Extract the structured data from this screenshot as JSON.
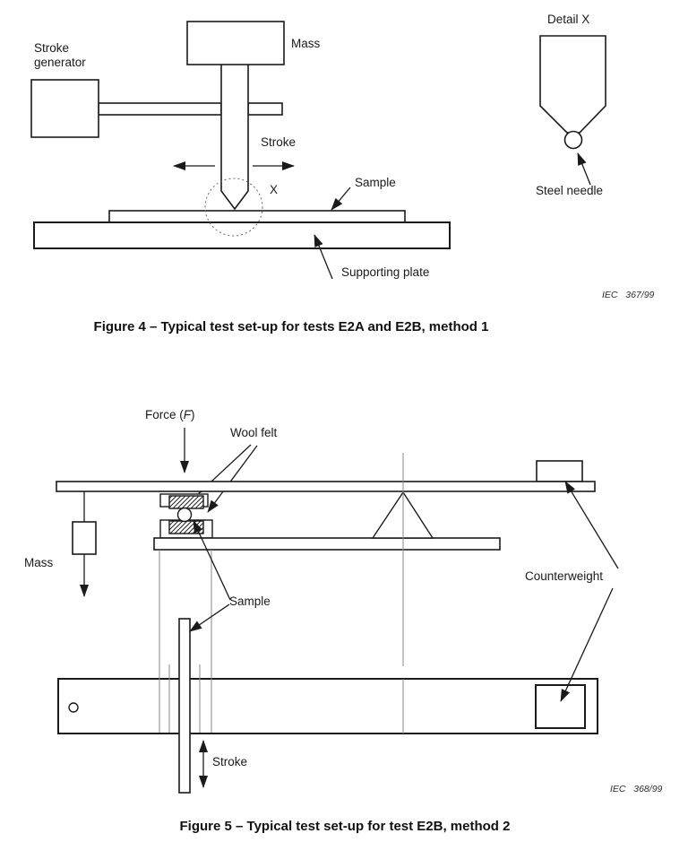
{
  "colors": {
    "ink": "#1a1a1a",
    "paper": "#ffffff",
    "guide_line": "#8a8a8a"
  },
  "figure4": {
    "labels": {
      "stroke_generator": "Stroke\ngenerator",
      "mass": "Mass",
      "stroke": "Stroke",
      "detail_marker": "X",
      "sample": "Sample",
      "supporting_plate": "Supporting plate"
    },
    "credit": "IEC   367/99",
    "caption": "Figure 4 – Typical test set-up for tests E2A and E2B, method 1"
  },
  "detail_x": {
    "title": "Detail X",
    "steel_needle": "Steel needle"
  },
  "figure5": {
    "labels": {
      "force_prefix": "Force (",
      "force_symbol": "F",
      "force_suffix": ")",
      "wool_felt": "Wool felt",
      "mass": "Mass",
      "sample": "Sample",
      "counterweight": "Counterweight",
      "stroke": "Stroke"
    },
    "credit": "IEC   368/99",
    "caption": "Figure 5 – Typical test set-up for test E2B, method 2"
  }
}
